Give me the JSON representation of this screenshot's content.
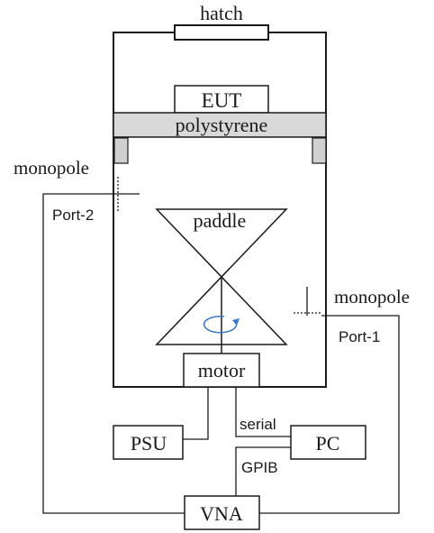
{
  "labels": {
    "hatch": "hatch",
    "eut": "EUT",
    "polystyrene": "polystyrene",
    "monopole_left": "monopole",
    "port2": "Port-2",
    "paddle": "paddle",
    "monopole_right": "monopole",
    "port1": "Port-1",
    "motor": "motor",
    "serial": "serial",
    "psu": "PSU",
    "pc": "PC",
    "gpib": "GPIB",
    "vna": "VNA"
  },
  "colors": {
    "stroke": "#1a1a1a",
    "polystyrene_fill": "#d9d9d9",
    "post_fill": "#d0d0d0",
    "rotation_arrow": "#3a78c2"
  }
}
